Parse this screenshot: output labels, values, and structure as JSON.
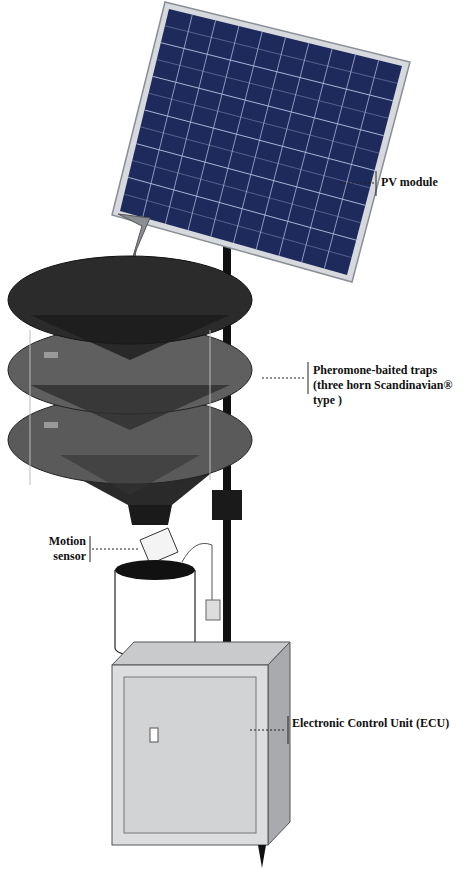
{
  "diagram": {
    "labels": [
      "PV module",
      "Pheromone-baited traps (three horn Scandinavian® type )",
      "Motion sensor",
      "Electronic Control Unit (ECU)"
    ]
  }
}
